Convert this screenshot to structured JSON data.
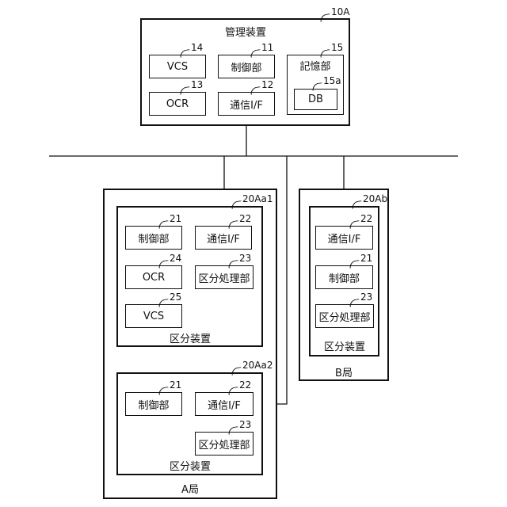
{
  "top": {
    "ref": "10A",
    "title": "管理装置",
    "vcs": {
      "label": "VCS",
      "ref": "14"
    },
    "control": {
      "label": "制御部",
      "ref": "11"
    },
    "storage": {
      "label": "記憶部",
      "ref": "15"
    },
    "ocr": {
      "label": "OCR",
      "ref": "13"
    },
    "comm": {
      "label": "通信I/F",
      "ref": "12"
    },
    "db": {
      "label": "DB",
      "ref": "15a"
    }
  },
  "stationA": {
    "label": "A局",
    "dev1": {
      "ref": "20Aa1",
      "title": "区分装置",
      "control": {
        "label": "制御部",
        "ref": "21"
      },
      "comm": {
        "label": "通信I/F",
        "ref": "22"
      },
      "ocr": {
        "label": "OCR",
        "ref": "24"
      },
      "sort": {
        "label": "区分処理部",
        "ref": "23"
      },
      "vcs": {
        "label": "VCS",
        "ref": "25"
      }
    },
    "dev2": {
      "ref": "20Aa2",
      "title": "区分装置",
      "control": {
        "label": "制御部",
        "ref": "21"
      },
      "comm": {
        "label": "通信I/F",
        "ref": "22"
      },
      "sort": {
        "label": "区分処理部",
        "ref": "23"
      }
    }
  },
  "stationB": {
    "label": "B局",
    "dev": {
      "ref": "20Ab",
      "title": "区分装置",
      "comm": {
        "label": "通信I/F",
        "ref": "22"
      },
      "control": {
        "label": "制御部",
        "ref": "21"
      },
      "sort": {
        "label": "区分処理部",
        "ref": "23"
      }
    }
  }
}
